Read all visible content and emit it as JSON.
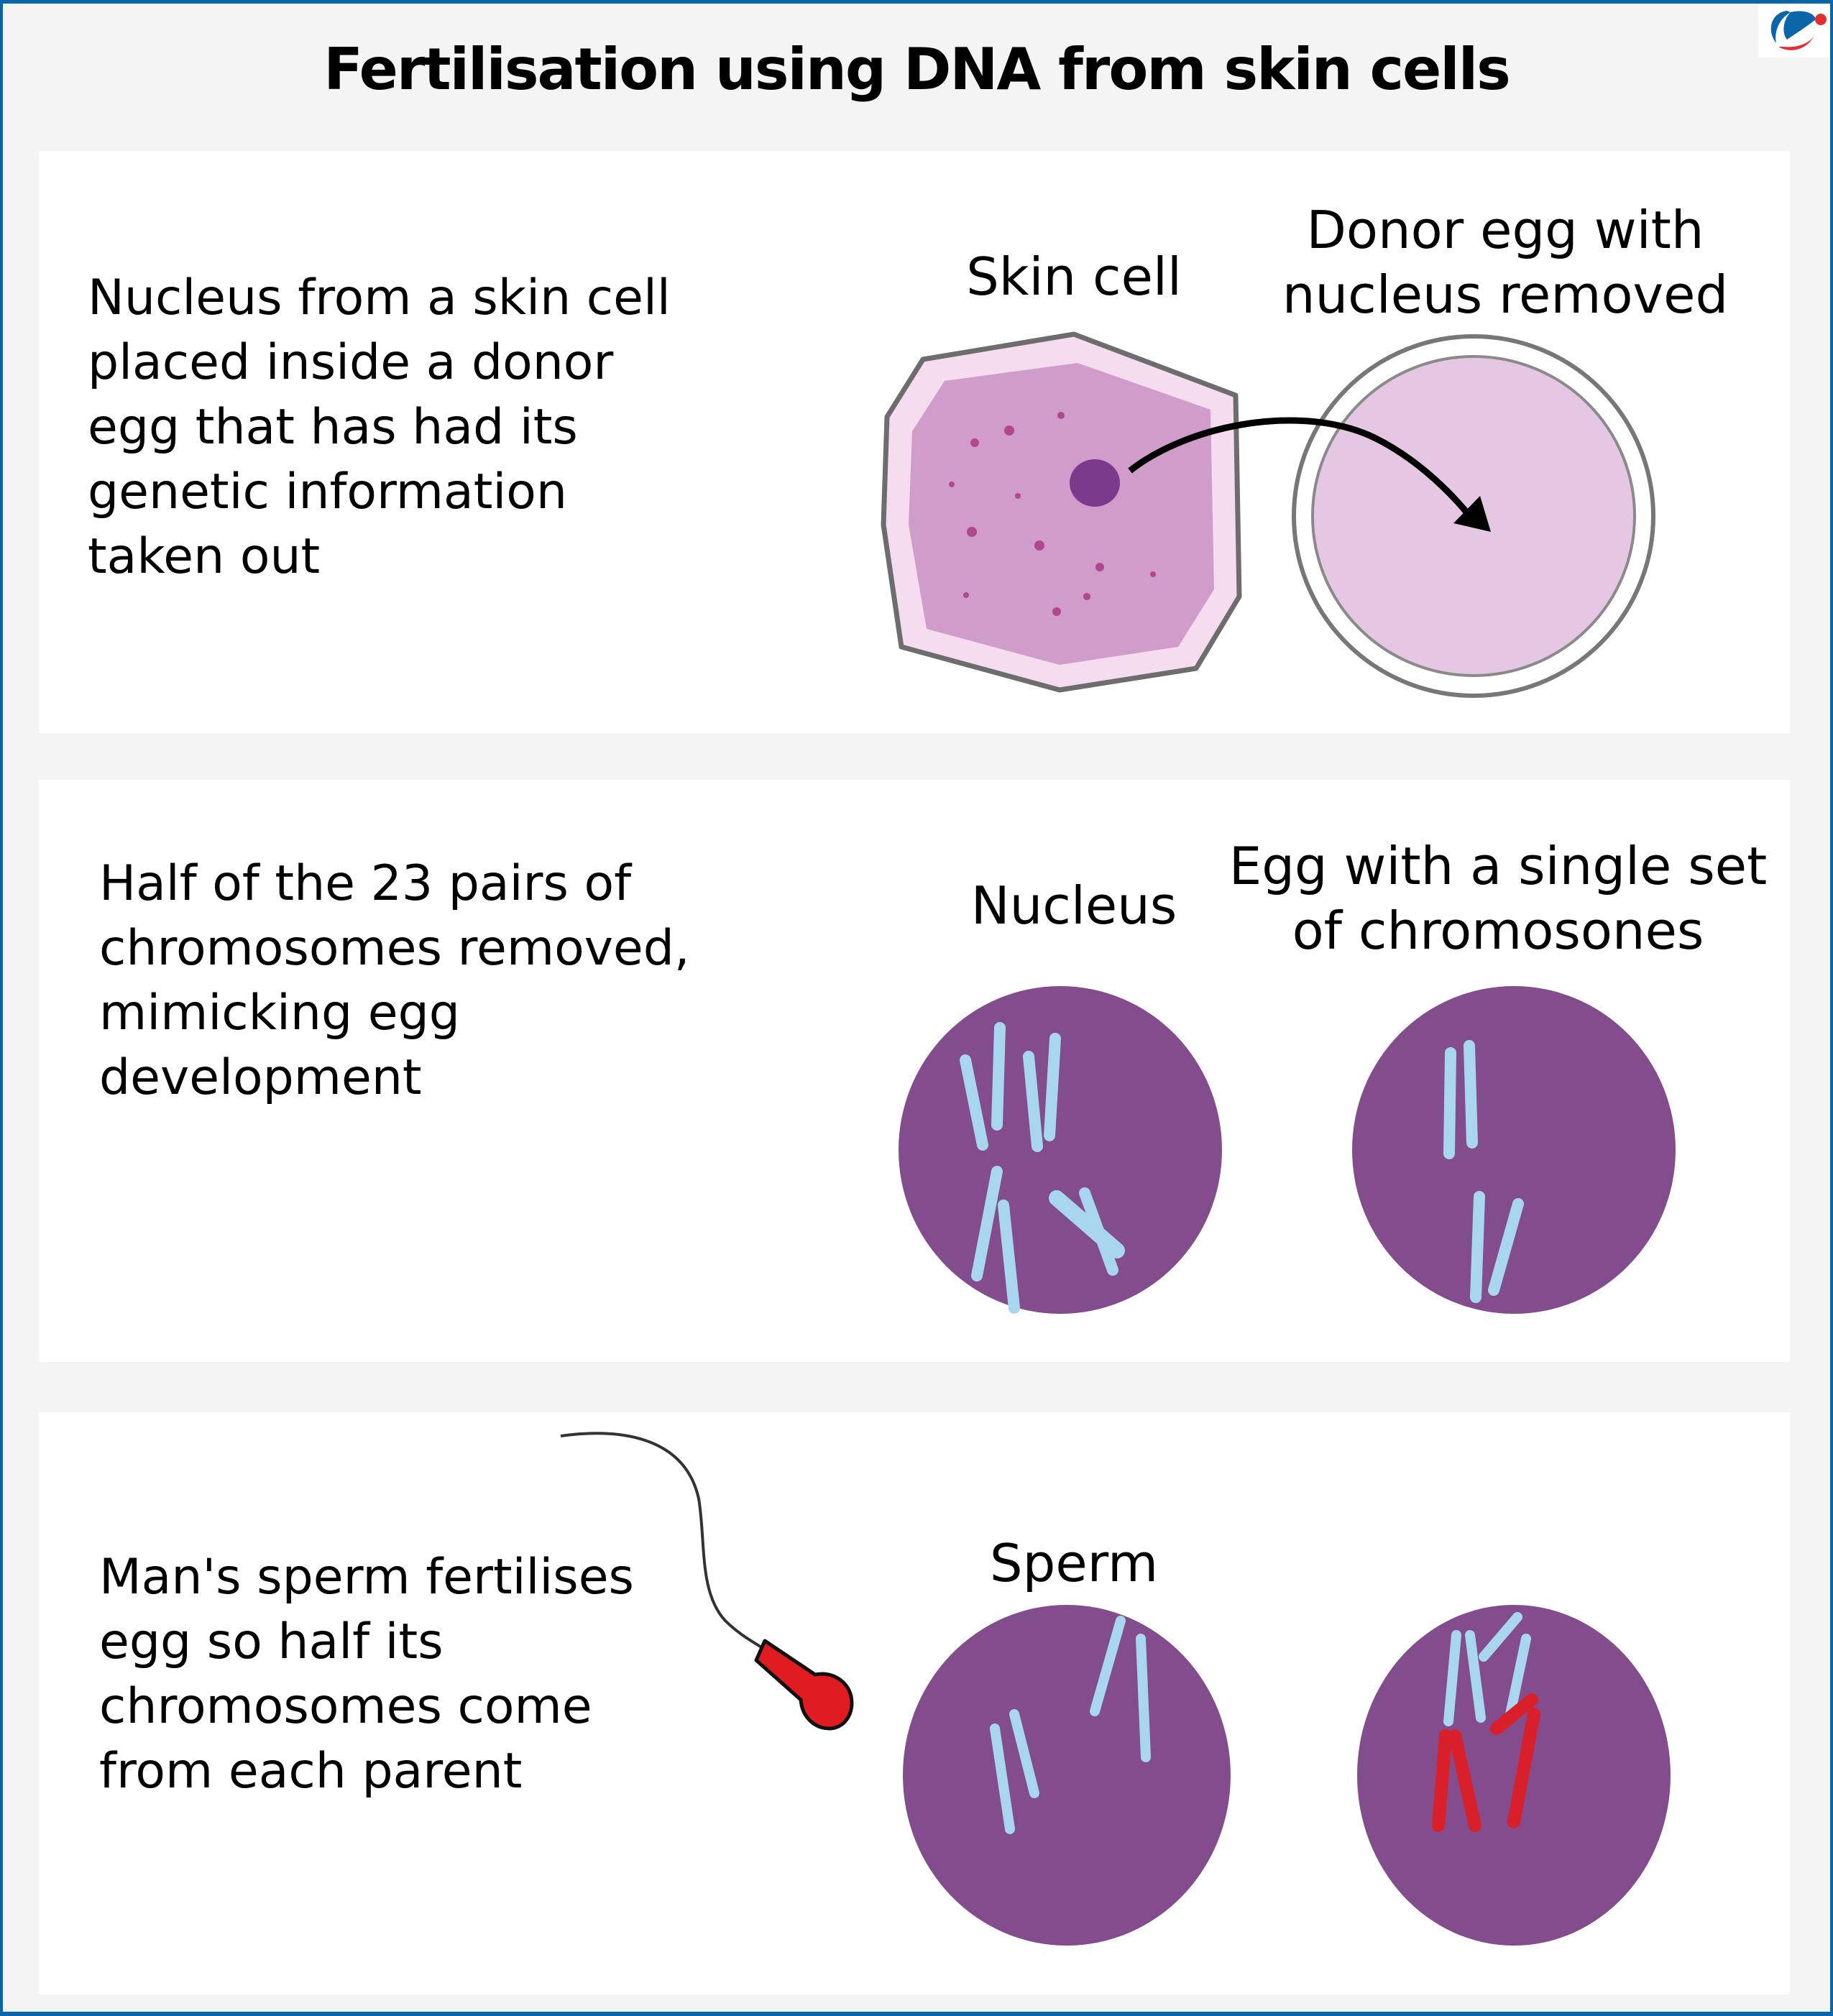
{
  "title": "Fertilisation using DNA from skin cells",
  "logo": {
    "icon": "brand-logo-icon",
    "colors": [
      "#0a66a8",
      "#e03030"
    ]
  },
  "colors": {
    "frame": "#0a66a8",
    "nucleus_purple": "#834c8c",
    "chromosome_blue": "#a9d6ef",
    "chromosome_red": "#d9202a",
    "skin_cell": "#d09cca",
    "egg": "#e6c7e3"
  },
  "steps": [
    {
      "description": "Nucleus from a skin cell\nplaced inside a donor\negg that has had its\ngenetic information\ntaken out",
      "labels": [
        "Skin cell",
        "Donor egg with\nnucleus removed"
      ]
    },
    {
      "description": "Half of the 23 pairs of\nchromosomes removed,\nmimicking egg\ndevelopment",
      "labels": [
        "Nucleus",
        "Egg with a single set\nof chromosones"
      ]
    },
    {
      "description": "Man's sperm fertilises\negg so half its\nchromosomes come\nfrom each parent",
      "labels": [
        "Sperm"
      ]
    }
  ]
}
